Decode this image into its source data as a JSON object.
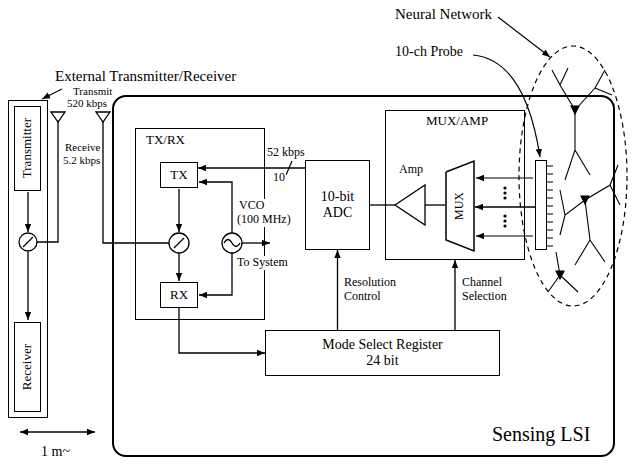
{
  "diagram": {
    "nodes": [
      {
        "text": [
          "External Transmitter/Receiver"
        ]
      },
      {
        "text": [
          "Transmitter"
        ],
        "in": 0
      },
      {
        "text": [
          "Receiver"
        ],
        "in": 0
      },
      {
        "text": [
          "Sensing LSI"
        ]
      },
      {
        "text": [
          "TX/RX"
        ],
        "in": 3
      },
      {
        "text": [
          "TX"
        ],
        "in": 4
      },
      {
        "text": [
          "RX"
        ],
        "in": 4
      },
      {
        "text": [
          "10-bit ADC"
        ],
        "in": 3
      },
      {
        "text": [
          "MUX/AMP"
        ],
        "in": 3
      },
      {
        "text": [
          "MUX"
        ],
        "in": 8
      },
      {
        "text": [
          "Mode Select Register",
          "24 bit"
        ],
        "in": 3
      },
      {
        "text": [
          "Neural Network"
        ]
      },
      {
        "text": [
          "10-ch Probe"
        ]
      }
    ],
    "edges": [
      {
        "from": 6,
        "to": 10,
        "arrow": "to"
      },
      {
        "from": 10,
        "to": 7,
        "arrow": "to"
      },
      {
        "from": 10,
        "to": 8,
        "arrow": "to"
      },
      {
        "from": 7,
        "to": 5,
        "arrow": "to"
      },
      {
        "from": 8,
        "to": 7,
        "arrow": "none"
      },
      {
        "from": 12,
        "to": 9,
        "arrow": "to"
      }
    ],
    "labels": [
      "Transmit",
      "520 kbps",
      "Receive",
      "5.2 kbps",
      "52 kbps",
      "10",
      "VCO",
      "(100 MHz)",
      "To System",
      "Resolution Control",
      "Channel Selection",
      "Amp",
      "1 m~"
    ]
  }
}
